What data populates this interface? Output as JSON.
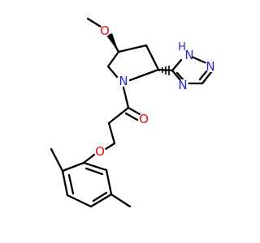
{
  "molecule": {
    "atoms": {
      "O_methoxy": "O",
      "N_pyrrolidine": "N",
      "O_carbonyl": "O",
      "O_ether": "O",
      "NH_triazole": "H",
      "N1_triazole": "N",
      "N2_triazole": "N",
      "N4_triazole": "N"
    },
    "colors": {
      "bond": "#000000",
      "nitrogen": "#2727c9",
      "oxygen": "#e21010",
      "background": "#ffffff"
    }
  }
}
